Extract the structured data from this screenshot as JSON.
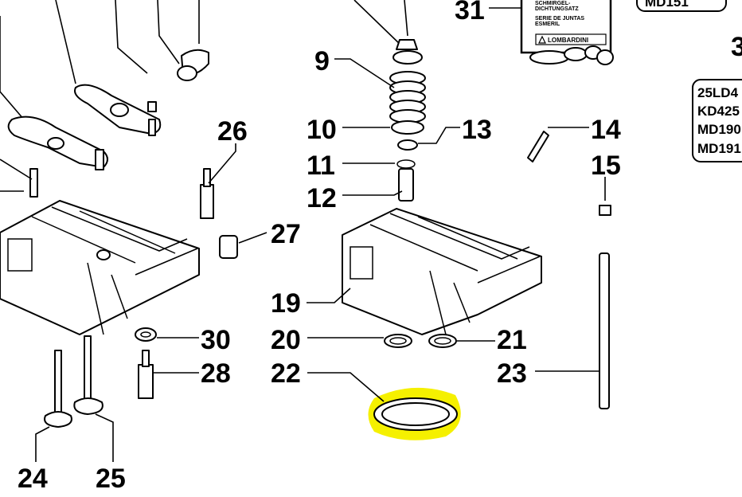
{
  "callouts": {
    "c9": "9",
    "c10": "10",
    "c11": "11",
    "c12": "12",
    "c13": "13",
    "c14": "14",
    "c15": "15",
    "c19": "19",
    "c20": "20",
    "c21": "21",
    "c22": "22",
    "c23": "23",
    "c24": "24",
    "c25": "25",
    "c26": "26",
    "c27": "27",
    "c28": "28",
    "c30": "30",
    "c31": "31",
    "c3x": "3"
  },
  "kit_box": {
    "line1": "SCHMIRGEL-",
    "line2": "DICHTUNGSATZ",
    "line3": "SERIE DE JUNTAS",
    "line4": "ESMERIL",
    "brand": "LOMBARDINI"
  },
  "top_right_label": "MD151",
  "model_list": [
    "25LD4",
    "KD425",
    "MD190",
    "MD191"
  ],
  "colors": {
    "highlight": "#f5f000",
    "ink": "#000000",
    "paper": "#ffffff"
  }
}
